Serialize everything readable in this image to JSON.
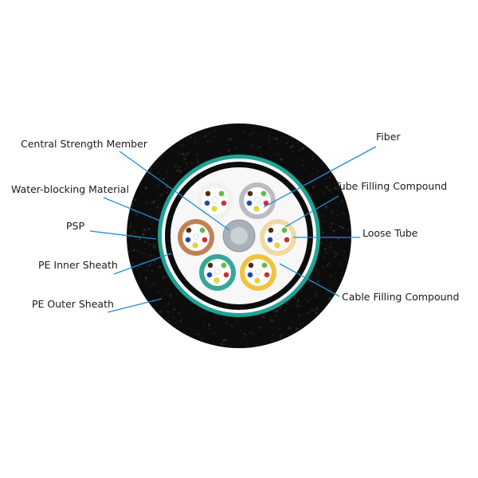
{
  "labels": {
    "central_strength_member": "Central Strength Member",
    "water_blocking_material": "Water-blocking Material",
    "psp": "PSP",
    "pe_inner_sheath": "PE Inner Sheath",
    "pe_outer_sheath": "PE Outer Sheath",
    "fiber": "Fiber",
    "tube_filling_compound": "Tube Filling Compound",
    "loose_tube": "Loose Tube",
    "cable_filling_compound": "Cable Filling Compound"
  },
  "colors": {
    "leader_line": "#1f8fd6",
    "outer_sheath": "#0c0c0c",
    "water_blocking_ring": "#1fa394",
    "psp_ring": "#ffffff",
    "inner_sheath": "#0c0c0c",
    "core_fill": "#f7f7f7",
    "strength_member": "#a9b1b8"
  },
  "loose_tubes": [
    {
      "color": "#b9bcc0",
      "inner": "#fdfdfd"
    },
    {
      "color": "#f3f1ee",
      "inner": "#fdfdfd"
    },
    {
      "color": "#c08254",
      "inner": "#fdfdfd"
    },
    {
      "color": "#f1d9a3",
      "inner": "#fdfdfd"
    },
    {
      "color": "#34a89a",
      "inner": "#fdfdfd"
    },
    {
      "color": "#f0c23e",
      "inner": "#fdfdfd"
    }
  ],
  "fiber_colors": [
    "#4b2a17",
    "#5bbf3f",
    "#d8262b",
    "#1747b5",
    "#e9d81c",
    "#ffffff"
  ]
}
